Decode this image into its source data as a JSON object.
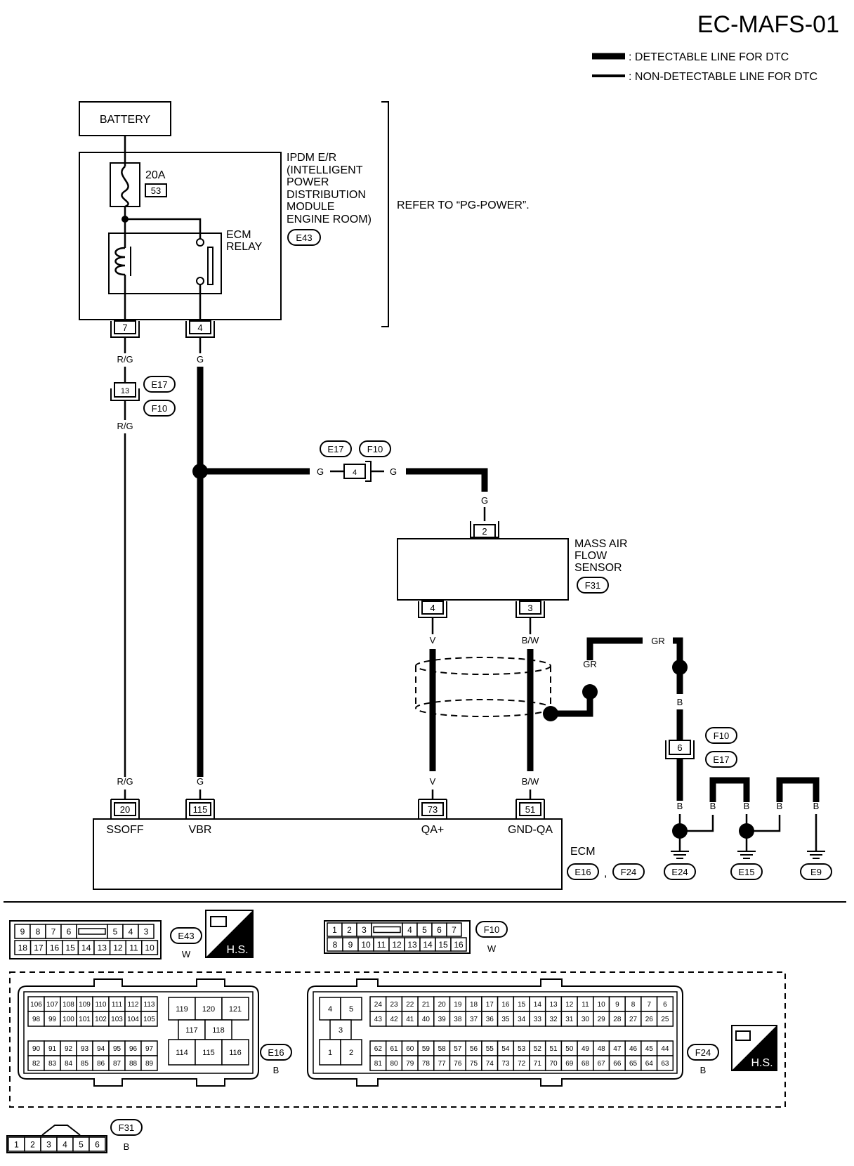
{
  "title": "EC-MAFS-01",
  "legend": {
    "detectable": ": DETECTABLE LINE FOR DTC",
    "non_detectable": ": NON-DETECTABLE LINE FOR DTC"
  },
  "battery": "BATTERY",
  "fuse": {
    "rating": "20A",
    "number": "53"
  },
  "ipdm": {
    "label_lines": [
      "IPDM E/R",
      "(INTELLIGENT",
      "POWER",
      "DISTRIBUTION",
      "MODULE",
      "ENGINE ROOM)"
    ],
    "connector": "E43"
  },
  "ecm_relay": [
    "ECM",
    "RELAY"
  ],
  "refer": "REFER TO “PG-POWER”.",
  "ipdm_pins": {
    "left": "7",
    "right": "4"
  },
  "wires": {
    "rg": "R/G",
    "g": "G",
    "v": "V",
    "bw": "B/W",
    "gr": "GR",
    "b": "B"
  },
  "joint_connectors": {
    "left": {
      "pin": "13",
      "codes": [
        "E17",
        "F10"
      ]
    },
    "mid": {
      "pin": "4",
      "codes": [
        "E17",
        "F10"
      ]
    },
    "right": {
      "pin": "6",
      "codes": [
        "F10",
        "E17"
      ]
    }
  },
  "maf_sensor": {
    "label_lines": [
      "MASS AIR",
      "FLOW",
      "SENSOR"
    ],
    "connector": "F31",
    "pins": {
      "top": "2",
      "left": "4",
      "right": "3"
    }
  },
  "ecm": {
    "label": "ECM",
    "connectors": [
      "E16",
      "F24"
    ],
    "separator": ",",
    "pins": [
      {
        "pin": "20",
        "name": "SSOFF"
      },
      {
        "pin": "115",
        "name": "VBR"
      },
      {
        "pin": "73",
        "name": "QA+"
      },
      {
        "pin": "51",
        "name": "GND-QA"
      }
    ]
  },
  "grounds": [
    "E24",
    "E15",
    "E9"
  ],
  "connector_views": {
    "e43": {
      "code": "E43",
      "color": "W",
      "row1": [
        "9",
        "8",
        "7",
        "6",
        "",
        "5",
        "4",
        "3"
      ],
      "row2": [
        "18",
        "17",
        "16",
        "15",
        "14",
        "13",
        "12",
        "11",
        "10"
      ]
    },
    "hs": "H.S.",
    "f10": {
      "code": "F10",
      "color": "W",
      "row1": [
        "1",
        "2",
        "3",
        "",
        "4",
        "5",
        "6",
        "7"
      ],
      "row2": [
        "8",
        "9",
        "10",
        "11",
        "12",
        "13",
        "14",
        "15",
        "16"
      ]
    },
    "e16": {
      "code": "E16",
      "color": "B",
      "a1": [
        "106",
        "107",
        "108",
        "109",
        "110",
        "111",
        "112",
        "113"
      ],
      "a2": [
        "98",
        "99",
        "100",
        "101",
        "102",
        "103",
        "104",
        "105"
      ],
      "a3": [
        "90",
        "91",
        "92",
        "93",
        "94",
        "95",
        "96",
        "97"
      ],
      "a4": [
        "82",
        "83",
        "84",
        "85",
        "86",
        "87",
        "88",
        "89"
      ],
      "b1": [
        "119",
        "120",
        "121"
      ],
      "b2": [
        "117",
        "118"
      ],
      "b3": [
        "114",
        "115",
        "116"
      ]
    },
    "f24": {
      "code": "F24",
      "color": "B",
      "s1": [
        "4",
        "5"
      ],
      "s2": [
        "3"
      ],
      "s3": [
        "1",
        "2"
      ],
      "r1": [
        "24",
        "23",
        "22",
        "21",
        "20",
        "19",
        "18",
        "17",
        "16",
        "15",
        "14",
        "13",
        "12",
        "11",
        "10",
        "9",
        "8",
        "7",
        "6"
      ],
      "r2": [
        "43",
        "42",
        "41",
        "40",
        "39",
        "38",
        "37",
        "36",
        "35",
        "34",
        "33",
        "32",
        "31",
        "30",
        "29",
        "28",
        "27",
        "26",
        "25"
      ],
      "r3": [
        "62",
        "61",
        "60",
        "59",
        "58",
        "57",
        "56",
        "55",
        "54",
        "53",
        "52",
        "51",
        "50",
        "49",
        "48",
        "47",
        "46",
        "45",
        "44"
      ],
      "r4": [
        "81",
        "80",
        "79",
        "78",
        "77",
        "76",
        "75",
        "74",
        "73",
        "72",
        "71",
        "70",
        "69",
        "68",
        "67",
        "66",
        "65",
        "64",
        "63"
      ]
    },
    "f31": {
      "code": "F31",
      "color": "B",
      "pins": [
        "1",
        "2",
        "3",
        "4",
        "5",
        "6"
      ]
    }
  }
}
